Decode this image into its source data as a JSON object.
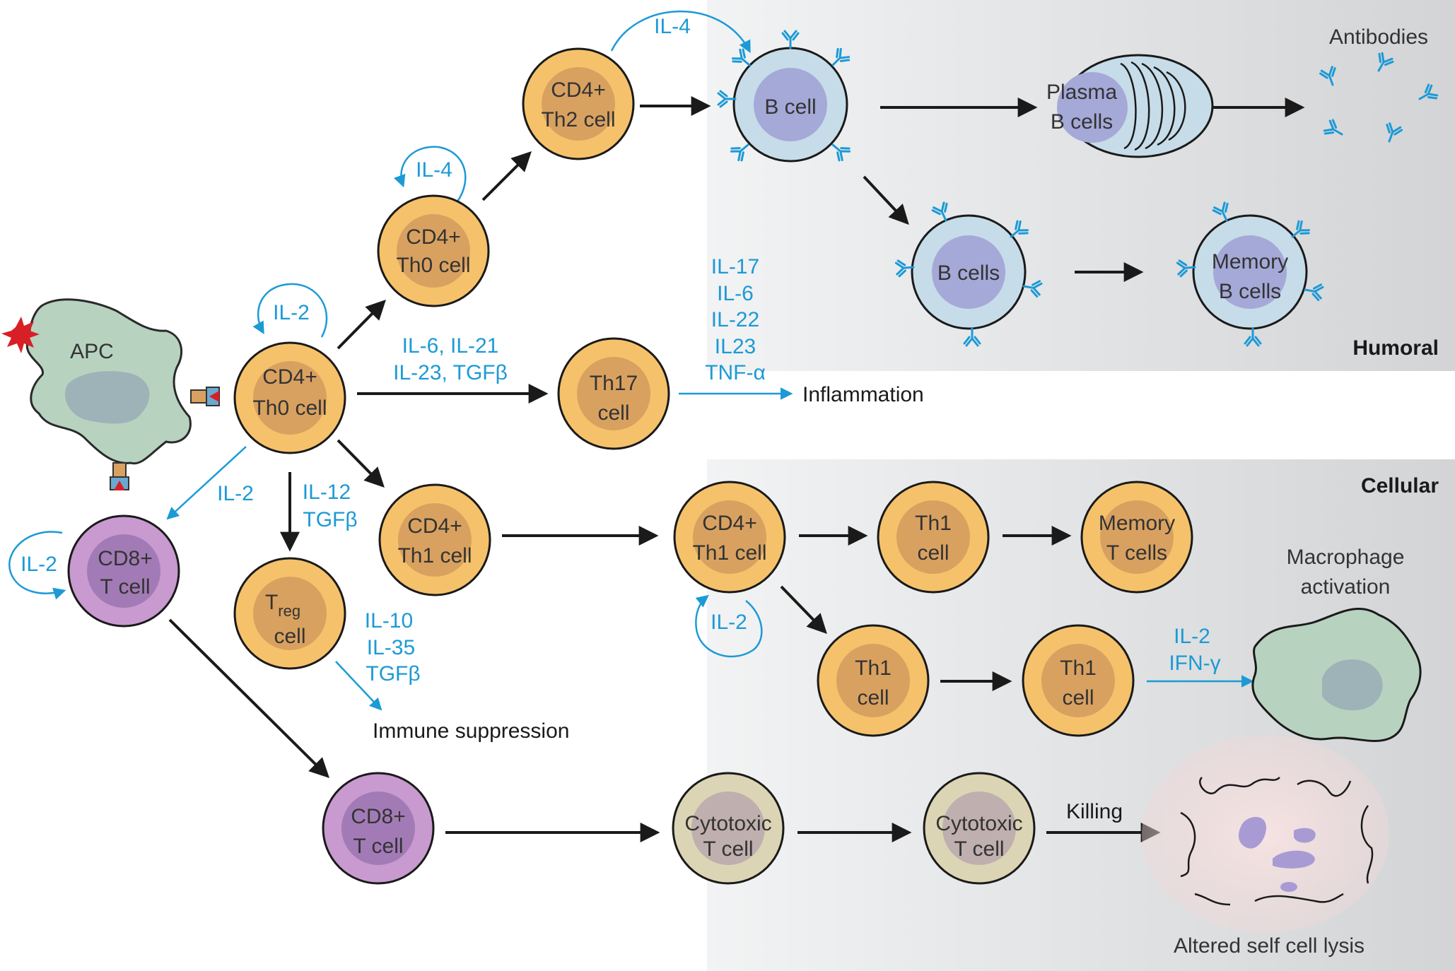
{
  "colors": {
    "t_helper_outer": "#F5C26B",
    "t_helper_inner": "#D9A160",
    "cd8_outer": "#C89AD0",
    "cd8_inner": "#A27BB6",
    "b_outer": "#C6DCE9",
    "b_inner": "#A5A9D8",
    "cytotoxic_outer": "#DCD5B5",
    "cytotoxic_inner": "#BFAFAE",
    "apc_fill": "#B7D3C0",
    "apc_nucleus": "#9EB3B8",
    "antibody": "#1C9AD6",
    "cytokine_text": "#1C9AD6",
    "arrow_black": "#1a1a1a",
    "panel_grey": "#D6D7D9",
    "antigen_red": "#D91F26",
    "lysis_fill": "#F3DCDC",
    "lysis_blob": "#A89BD4"
  },
  "regions": {
    "humoral": "Humoral",
    "cellular": "Cellular"
  },
  "cells": {
    "apc": "APC",
    "cd4_th0_main": [
      "CD4+",
      "Th0 cell"
    ],
    "cd8_main": [
      "CD8+",
      "T cell"
    ],
    "cd4_th0_upper": [
      "CD4+",
      "Th0 cell"
    ],
    "cd4_th2": [
      "CD4+",
      "Th2 cell"
    ],
    "b_cell": "B cell",
    "plasma": [
      "Plasma",
      "B cells"
    ],
    "b_cells": "B cells",
    "memory_b": [
      "Memory",
      "B cells"
    ],
    "th17": [
      "Th17",
      "cell"
    ],
    "cd4_th1_left": [
      "CD4+",
      "Th1 cell"
    ],
    "cd4_th1_mid": [
      "CD4+",
      "Th1 cell"
    ],
    "th1_a": [
      "Th1",
      "cell"
    ],
    "memory_t": [
      "Memory",
      "T cells"
    ],
    "th1_b": [
      "Th1",
      "cell"
    ],
    "th1_c": [
      "Th1",
      "cell"
    ],
    "treg": [
      "T",
      "reg",
      "cell"
    ],
    "cd8_lower": [
      "CD8+",
      "T cell"
    ],
    "cytotoxic_1": [
      "Cytotoxic",
      "T cell"
    ],
    "cytotoxic_2": [
      "Cytotoxic",
      "T cell"
    ]
  },
  "cytokines": {
    "il2_loop_th0": "IL-2",
    "il4_loop_th0": "IL-4",
    "il4_th2_b": "IL-4",
    "il6_il21": "IL-6, IL-21",
    "il23_tgfb": "IL-23, TGFβ",
    "th17_products": [
      "IL-17",
      "IL-6",
      "IL-22",
      "IL23",
      "TNF-α"
    ],
    "il2_to_cd8": "IL-2",
    "il2_loop_cd8": "IL-2",
    "il12": "IL-12",
    "tgfb": "TGFβ",
    "treg_products": [
      "IL-10",
      "IL-35",
      "TGFβ"
    ],
    "il2_loop_th1": "IL-2",
    "macro_products": [
      "IL-2",
      "IFN-γ"
    ]
  },
  "outcomes": {
    "antibodies": "Antibodies",
    "inflammation": "Inflammation",
    "immune_suppression": "Immune suppression",
    "macrophage": [
      "Macrophage",
      "activation"
    ],
    "killing": "Killing",
    "lysis": "Altered self cell lysis"
  }
}
